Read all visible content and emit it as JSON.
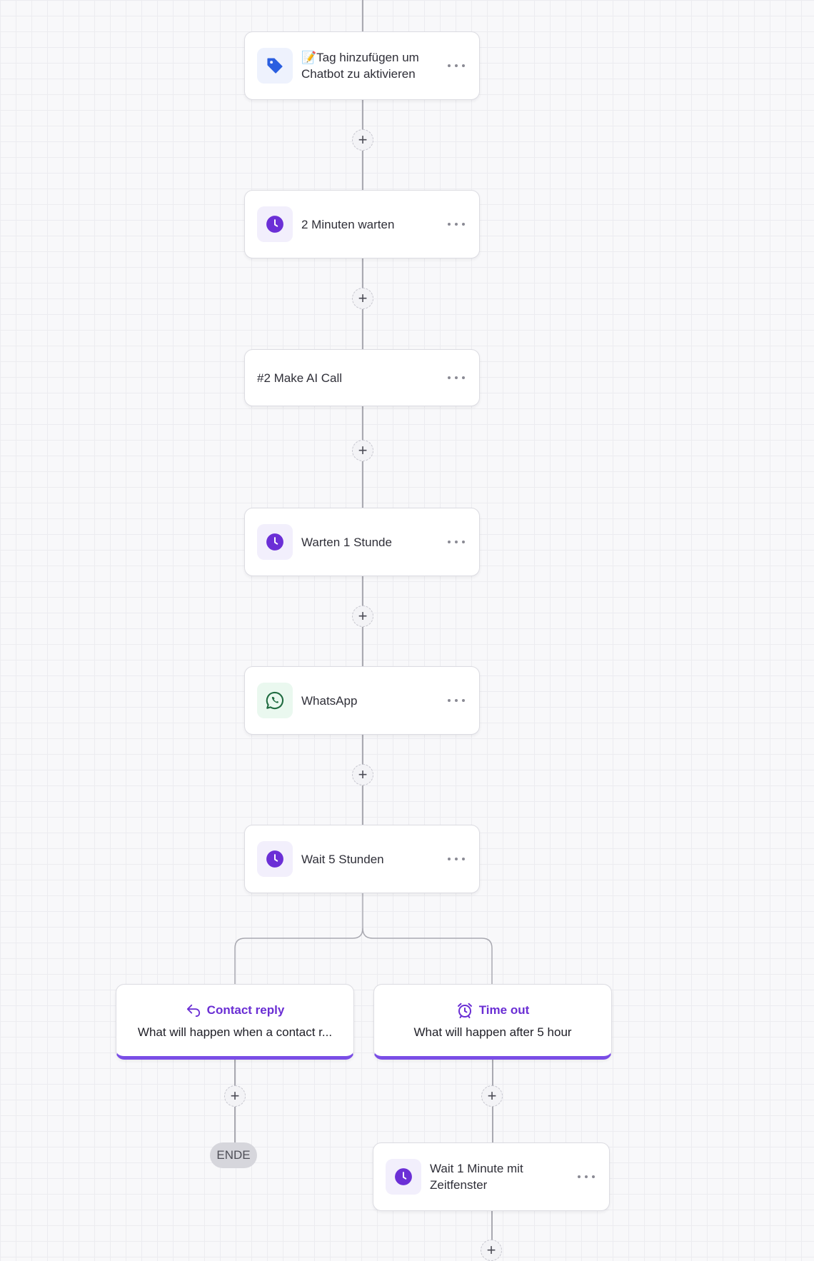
{
  "nodes": [
    {
      "title": "📝Tag hinzufügen um Chatbot zu aktivieren",
      "icon": "tag-icon"
    },
    {
      "title": "2 Minuten warten",
      "icon": "clock-icon"
    },
    {
      "title": "#2 Make AI Call",
      "icon": ""
    },
    {
      "title": "Warten 1 Stunde",
      "icon": "clock-icon"
    },
    {
      "title": "WhatsApp",
      "icon": "whatsapp-icon"
    },
    {
      "title": "Wait 5 Stunden",
      "icon": "clock-icon"
    }
  ],
  "branches": {
    "left": {
      "label": "Contact reply",
      "description": "What will happen when a contact r...",
      "icon": "reply-arrow-icon"
    },
    "right": {
      "label": "Time out",
      "description": "What will happen after 5 hour",
      "icon": "alarm-clock-icon"
    }
  },
  "end_label": "ENDE",
  "timeout_step": {
    "title": "Wait 1 Minute mit Zeitfenster",
    "icon": "clock-icon"
  },
  "colors": {
    "accent": "#6a2ed4",
    "tag_blue": "#2b5fe0",
    "whatsapp_green": "#1f8a4c"
  }
}
